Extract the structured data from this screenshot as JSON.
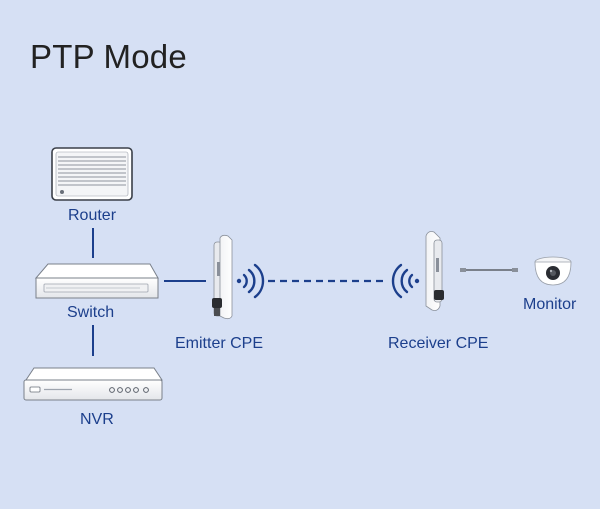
{
  "title": "PTP Mode",
  "labels": {
    "router": "Router",
    "switch": "Switch",
    "nvr": "NVR",
    "emitter": "Emitter CPE",
    "receiver": "Receiver CPE",
    "monitor": "Monitor"
  },
  "colors": {
    "background": "#d6e0f4",
    "link": "#1c3f8c",
    "label": "#1c3f8c"
  }
}
